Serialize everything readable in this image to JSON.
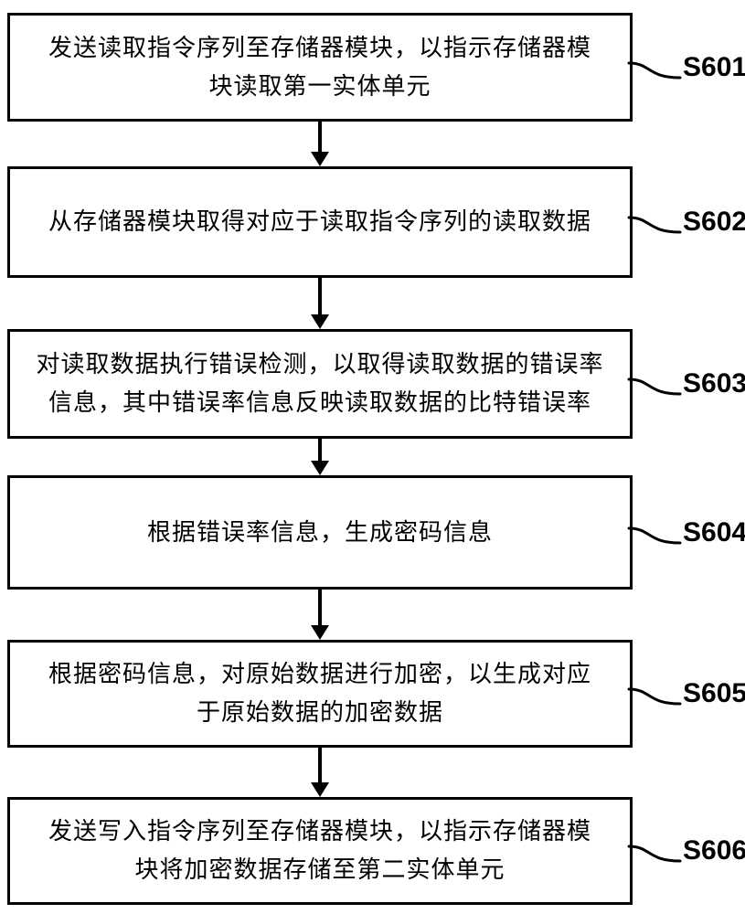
{
  "diagram": {
    "type": "flowchart",
    "colors": {
      "line": "#000000",
      "background": "#ffffff",
      "text": "#000000"
    },
    "steps": [
      {
        "label": "S601",
        "text": "发送读取指令序列至存储器模块，以指示存储器模\n块读取第一实体单元"
      },
      {
        "label": "S602",
        "text": "从存储器模块取得对应于读取指令序列的读取数据"
      },
      {
        "label": "S603",
        "text": "对读取数据执行错误检测，以取得读取数据的错误率\n信息，其中错误率信息反映读取数据的比特错误率"
      },
      {
        "label": "S604",
        "text": "根据错误率信息，生成密码信息"
      },
      {
        "label": "S605",
        "text": "根据密码信息，对原始数据进行加密，以生成对应\n于原始数据的加密数据"
      },
      {
        "label": "S606",
        "text": "发送写入指令序列至存储器模块，以指示存储器模\n块将加密数据存储至第二实体单元"
      }
    ]
  }
}
